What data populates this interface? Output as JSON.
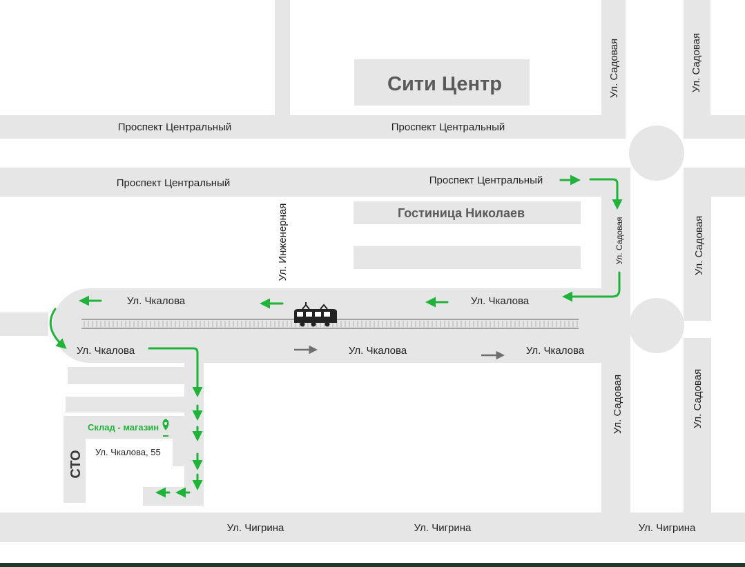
{
  "colors": {
    "road": "#e6e6e6",
    "building": "#e6e6e6",
    "route": "#1fb33a",
    "traffic_arrow": "#6e6e6e",
    "rail": "#8a8a8a",
    "bottom_bar": "#1c3a2a"
  },
  "buildings": {
    "city_center": "Сити Центр",
    "hotel": "Гостиница Николаев",
    "sto": "СТО"
  },
  "store": {
    "name": "Склад - магазин",
    "address": "Ул. Чкалова, 55",
    "pin_icon": "location-pin-icon"
  },
  "streets": {
    "prospekt_top_left": "Проспект Центральный",
    "prospekt_top_center": "Проспект Центральный",
    "prospekt_bottom_left": "Проспект Центральный",
    "prospekt_bottom_right": "Проспект Центральный",
    "inzhenernaya": "Ул. Инженерная",
    "sadovaya_top_left": "Ул. Садовая",
    "sadovaya_top_right": "Ул. Садовая",
    "sadovaya_mid_left": "Ул. Садовая",
    "sadovaya_mid_right": "Ул. Садовая",
    "sadovaya_bottom_left": "Ул. Садовая",
    "sadovaya_bottom_right": "Ул. Садовая",
    "chkalova_upper_left": "Ул. Чкалова",
    "chkalova_upper_right": "Ул. Чкалова",
    "chkalova_lower_left": "Ул. Чкалова",
    "chkalova_lower_center": "Ул. Чкалова",
    "chkalova_lower_right": "Ул. Чкалова",
    "chigrina_left": "Ул. Чигрина",
    "chigrina_center": "Ул. Чигрина",
    "chigrina_right": "Ул. Чигрина"
  },
  "tram_icon": "tram-icon"
}
